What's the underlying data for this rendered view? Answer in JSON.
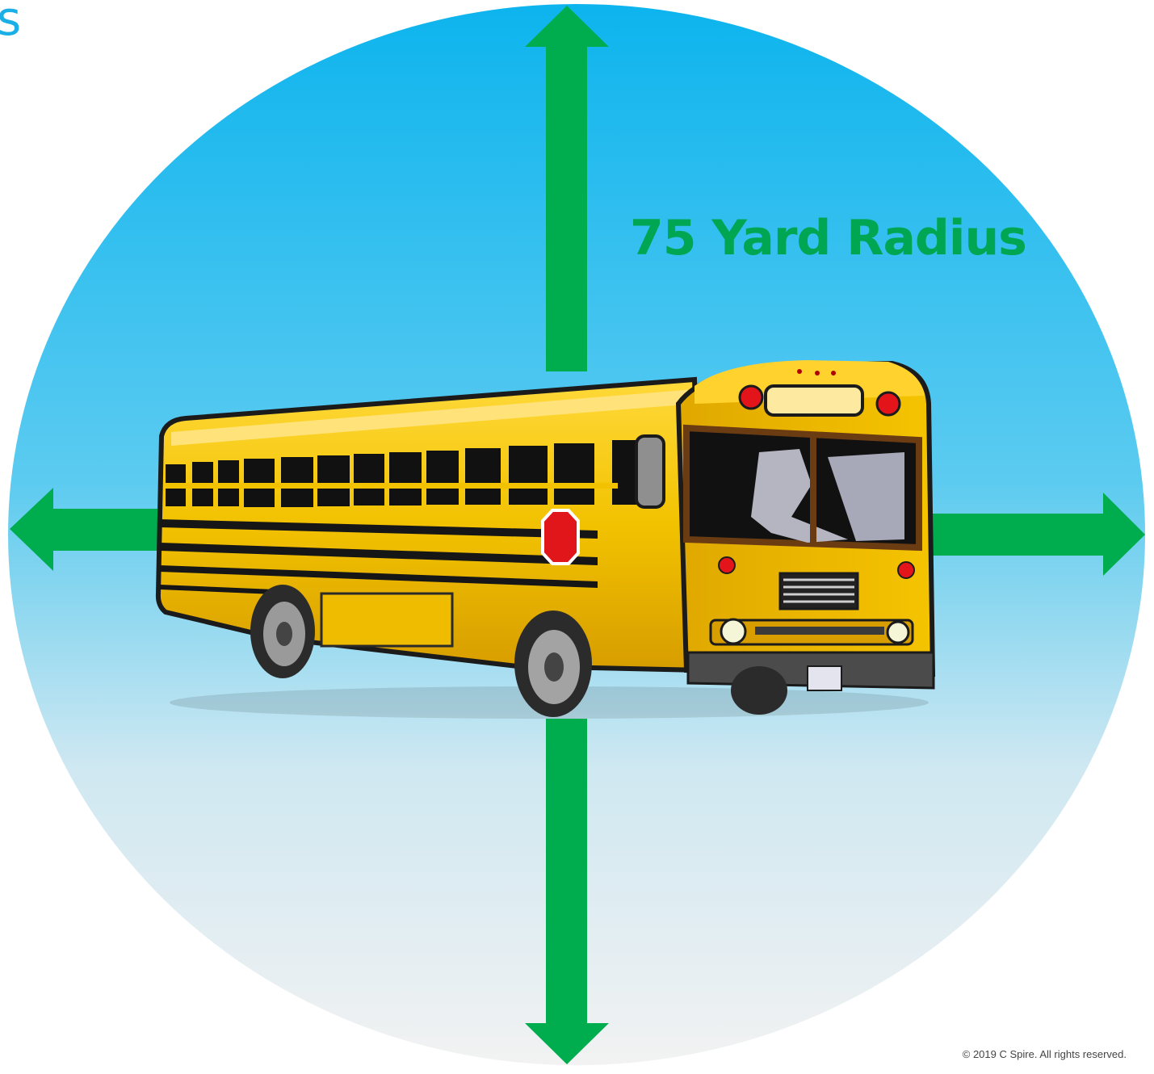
{
  "title_fragment": "s",
  "radius_label": "75 Yard Radius",
  "copyright": "© 2019 C Spire. All rights reserved.",
  "colors": {
    "sky_top": "#0db4ee",
    "sky_mid": "#5ccbf0",
    "ground": "#f2f2f2",
    "arrow_green": "#00ad4e",
    "title_blue": "#1ab0e6",
    "label_green": "#00a651",
    "bus_yellow": "#f2c200"
  },
  "icons": [
    "school-bus-icon",
    "arrow-up-icon",
    "arrow-down-icon",
    "arrow-left-icon",
    "arrow-right-icon"
  ]
}
